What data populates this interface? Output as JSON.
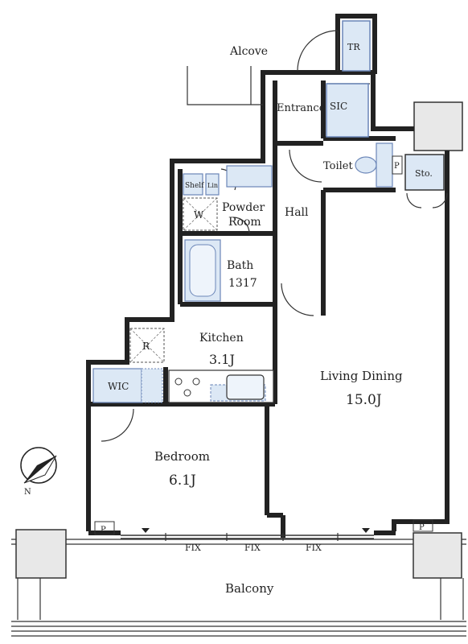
{
  "labels": {
    "alcove": "Alcove",
    "tr": "TR",
    "entrance": "Entrance",
    "sic": "SIC",
    "toilet": "Toilet",
    "p_toilet": "P",
    "sto": "Sto.",
    "shelf": "Shelf",
    "lin": "Lin",
    "powder_room": "Powder",
    "powder_room2": "Room",
    "w": "W",
    "hall": "Hall",
    "bath": "Bath",
    "bath_size": "1317",
    "kitchen": "Kitchen",
    "kitchen_size": "3.1J",
    "r": "R",
    "wic": "WIC",
    "living_dining": "Living Dining",
    "living_size": "15.0J",
    "bedroom": "Bedroom",
    "bedroom_size": "6.1J",
    "p_left": "P",
    "p_right": "P",
    "fix1": "FIX",
    "fix2": "FIX",
    "fix3": "FIX",
    "balcony": "Balcony",
    "compass_n": "N"
  },
  "colors": {
    "wall": "#222222",
    "fixture_fill": "#dce8f5",
    "fixture_stroke": "#6b86b8",
    "column_fill": "#e8e8e8"
  },
  "icons": {
    "compass": "compass-north-arrow",
    "door": "door-swing-arc",
    "stove": "stove-burners",
    "sink": "kitchen-sink",
    "bathtub": "bathtub",
    "toilet": "toilet-bowl"
  }
}
